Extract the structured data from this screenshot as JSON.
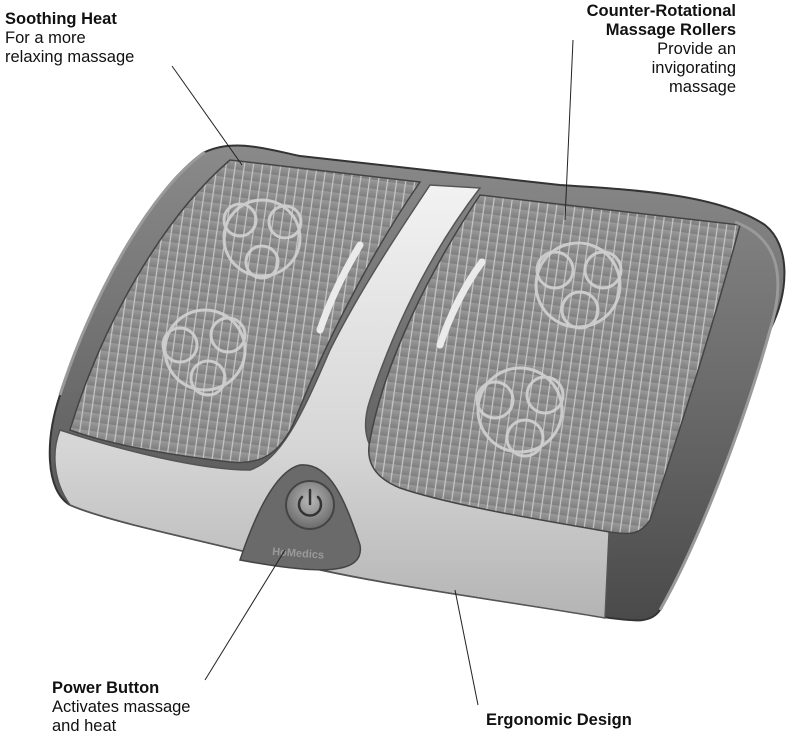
{
  "callouts": {
    "soothing_heat": {
      "title": "Soothing Heat",
      "lines": [
        "For a more",
        "relaxing massage"
      ]
    },
    "rollers": {
      "title_lines": [
        "Counter-Rotational",
        "Massage Rollers"
      ],
      "lines": [
        "Provide an",
        "invigorating",
        "massage"
      ]
    },
    "power": {
      "title": "Power Button",
      "lines": [
        "Activates massage",
        "and heat"
      ]
    },
    "ergonomic": {
      "title": "Ergonomic Design"
    }
  },
  "device": {
    "brand": "HoMedics",
    "icons": [
      "power-icon",
      "roller-icon"
    ]
  }
}
